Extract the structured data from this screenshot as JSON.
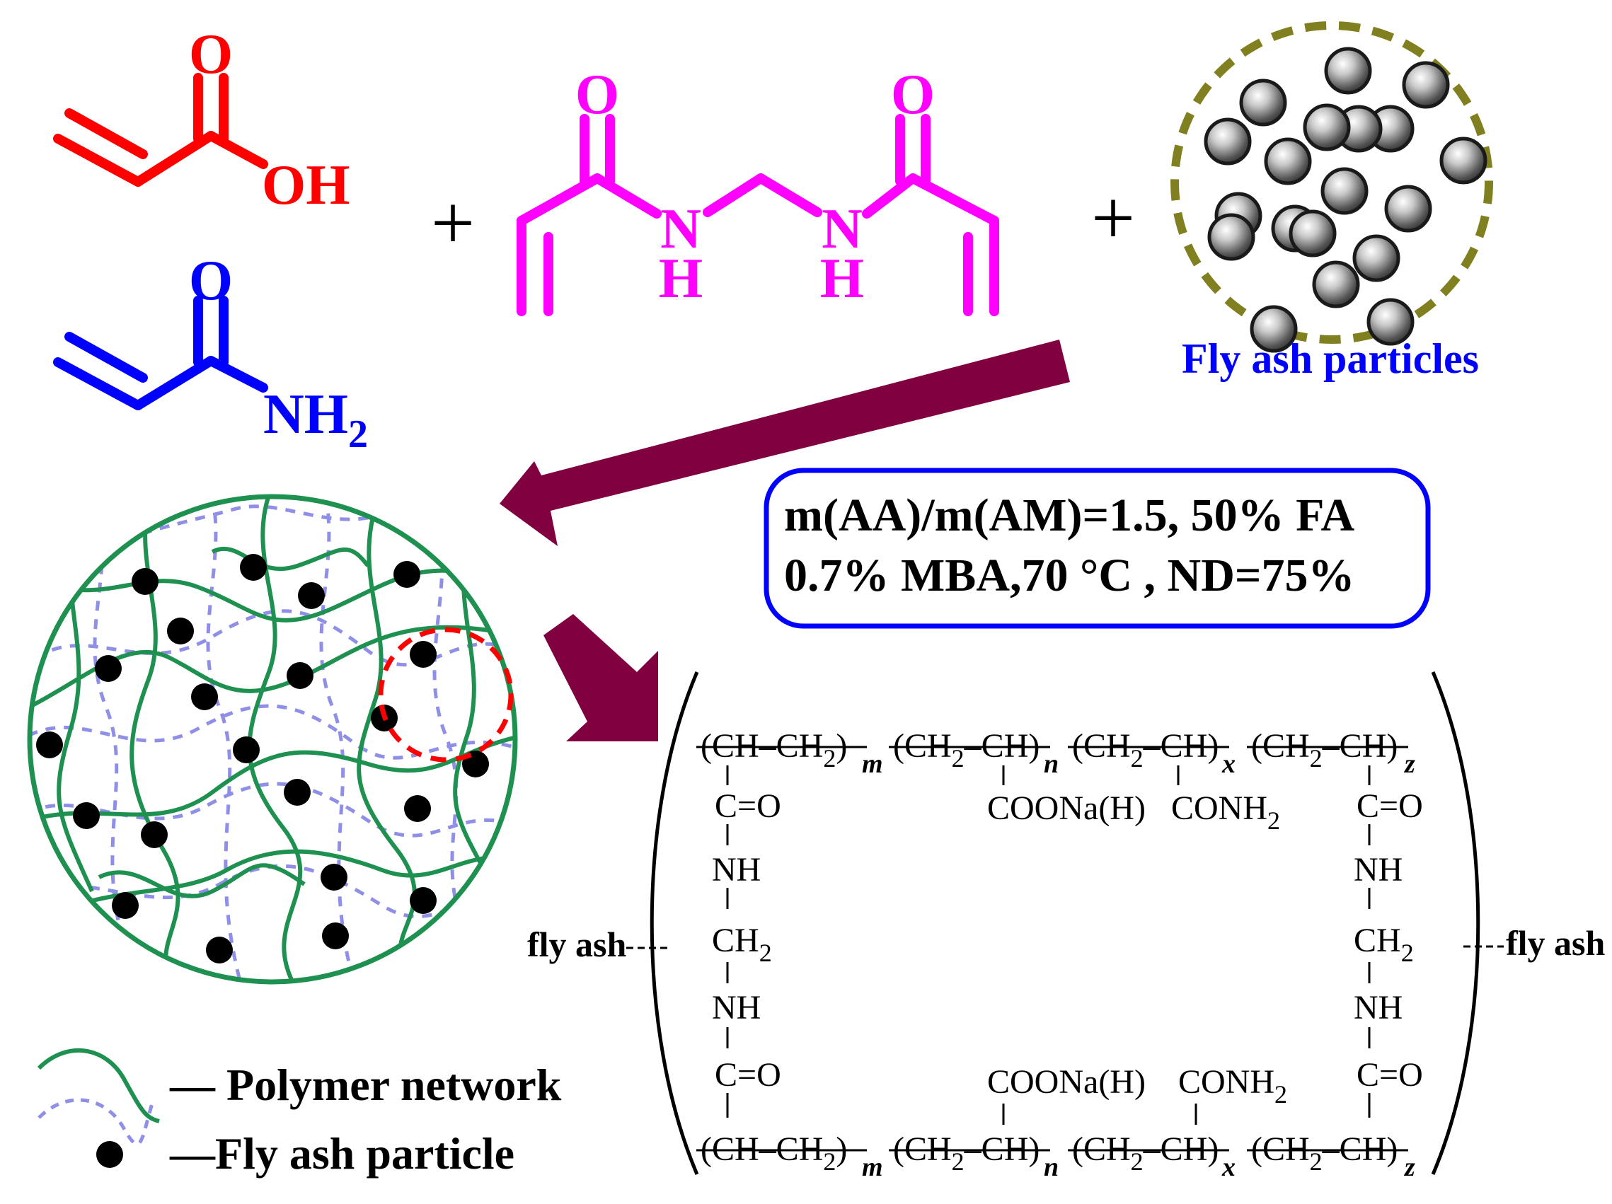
{
  "colors": {
    "acrylic_acid": "#ff0000",
    "acrylamide": "#0000ff",
    "mba": "#ff00ff",
    "arrow": "#800040",
    "network_green": "#1e9150",
    "network_dashed": "#8f8fe8",
    "fa_ring": "#808020",
    "conditions_border": "#0000ff",
    "focus_ring": "#ff0000"
  },
  "monomers": {
    "aa": {
      "o_top": "O",
      "oh": "OH"
    },
    "am": {
      "o_top": "O",
      "nh": "NH",
      "sub": "2"
    },
    "mba": {
      "o_left": "O",
      "o_right": "O",
      "n": "N",
      "h": "H"
    },
    "plus": "+"
  },
  "fly_ash": {
    "label": "Fly ash particles"
  },
  "conditions": {
    "line1": "m(AA)/m(AM)=1.5, 50% FA",
    "line2": "0.7% MBA,70 °C , ND=75%"
  },
  "legend": {
    "polymer_label": "— Polymer network",
    "particle_label": "—Fly ash particle"
  },
  "structure": {
    "ch": "CH",
    "ch2": "CH",
    "two": "2",
    "m": "m",
    "n": "n",
    "x": "x",
    "z": "z",
    "dash": "–",
    "co": "C=O",
    "nh": "NH",
    "coona": "COONa(H)",
    "conh": "CONH",
    "fly_ash_left": "fly ash",
    "fly_ash_right": "fly ash"
  }
}
